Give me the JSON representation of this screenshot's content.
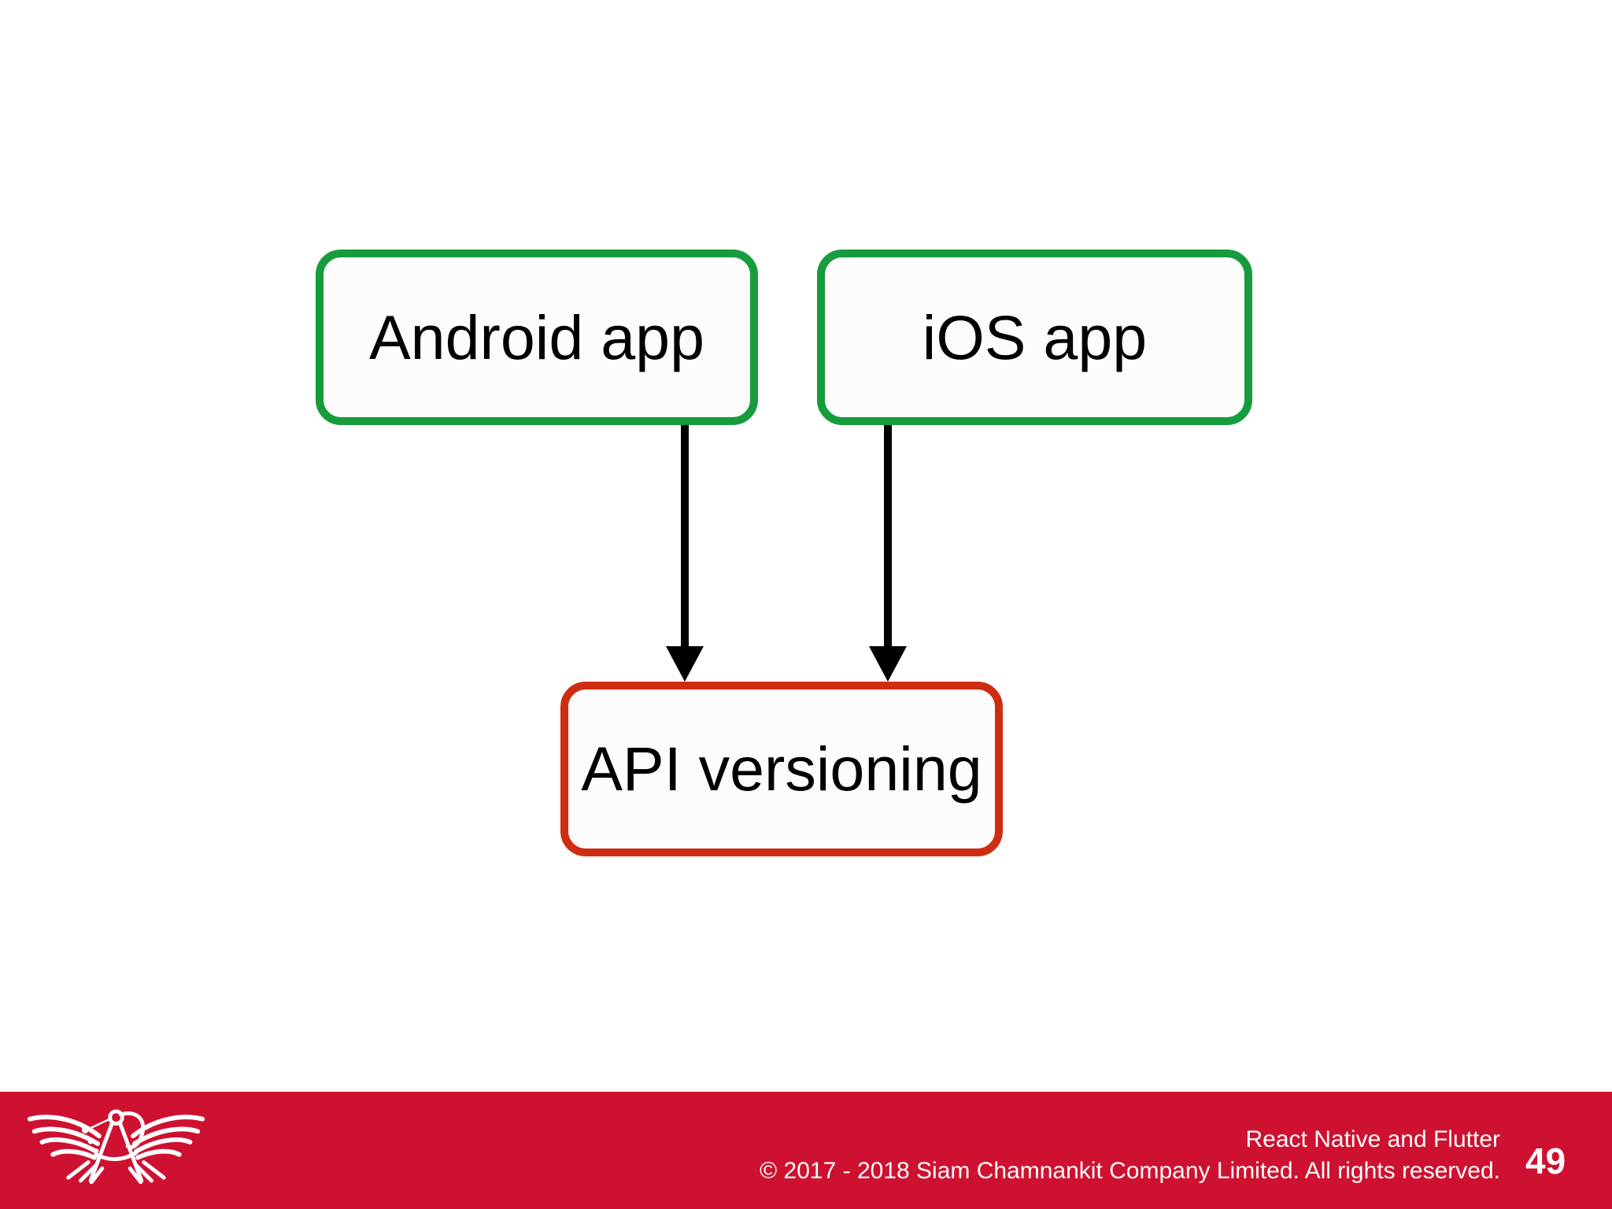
{
  "diagram": {
    "nodes": [
      {
        "id": "android-app",
        "label": "Android app",
        "border_color": "#169c3c"
      },
      {
        "id": "ios-app",
        "label": "iOS app",
        "border_color": "#169c3c"
      },
      {
        "id": "api-versioning",
        "label": "API versioning",
        "border_color": "#ce2d11"
      }
    ],
    "edges": [
      {
        "from": "android-app",
        "to": "api-versioning"
      },
      {
        "from": "ios-app",
        "to": "api-versioning"
      }
    ],
    "edge_color": "#000000",
    "node_fill": "#fcfcfc"
  },
  "footer": {
    "bar_color": "#ce1130",
    "product_label": "React Native and Flutter",
    "copyright": "© 2017 - 2018 Siam Chamnankit Company Limited. All rights reserved.",
    "page_number": "49",
    "logo_icon": "winged-compass-logo"
  }
}
